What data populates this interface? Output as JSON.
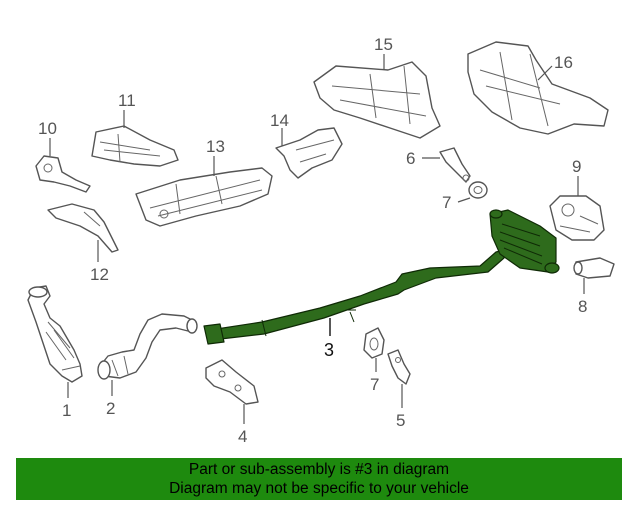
{
  "callouts": {
    "c1": "1",
    "c2": "2",
    "c3": "3",
    "c4": "4",
    "c5": "5",
    "c6": "6",
    "c7a": "7",
    "c7b": "7",
    "c8": "8",
    "c9": "9",
    "c10": "10",
    "c11": "11",
    "c12": "12",
    "c13": "13",
    "c14": "14",
    "c15": "15",
    "c16": "16"
  },
  "highlighted_callout": "3",
  "colors": {
    "highlight": "#2e6b1c",
    "banner": "#1e8a0e"
  },
  "banner": {
    "line1": "Part or sub-assembly is #3 in diagram",
    "line2": "Diagram may not be specific to your vehicle"
  }
}
